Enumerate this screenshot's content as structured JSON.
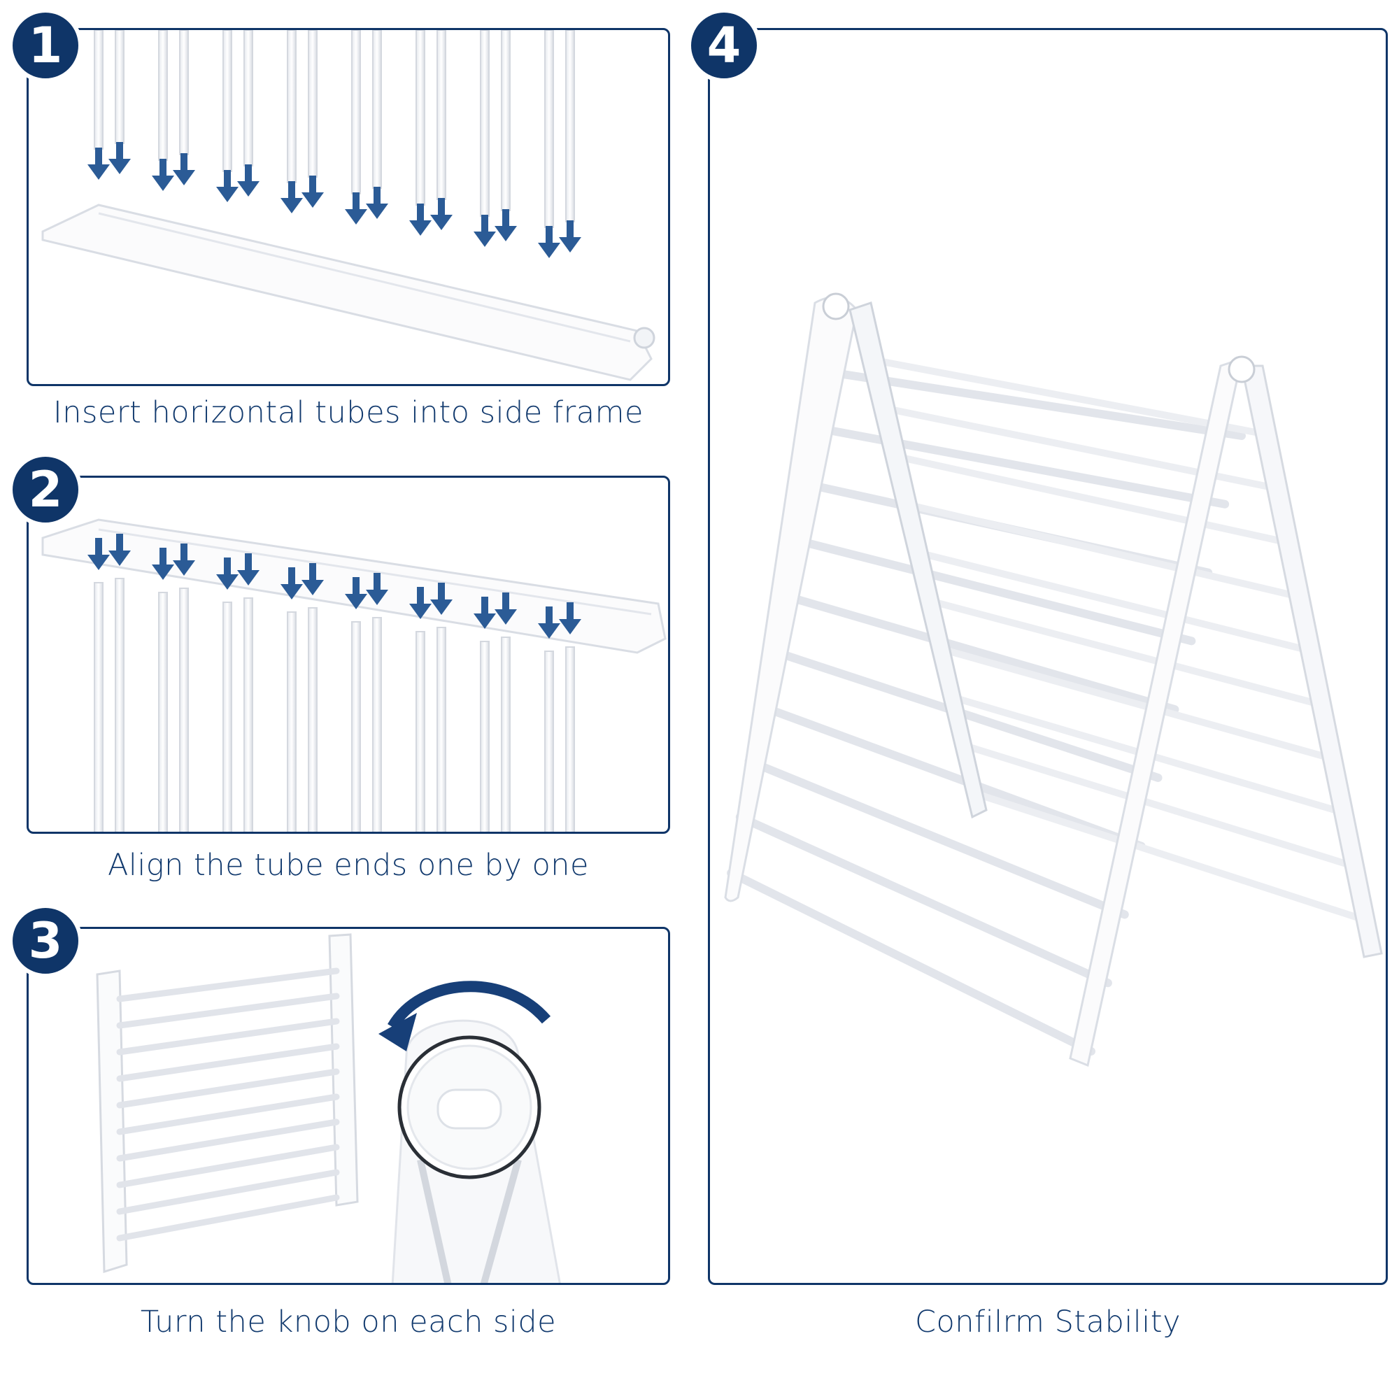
{
  "colors": {
    "accent": "#0f3568",
    "arrow": "#2b5b96",
    "line": "#dfe3ea",
    "white": "#ffffff"
  },
  "steps": [
    {
      "number": "1",
      "caption": "Insert horizontal tubes into side frame"
    },
    {
      "number": "2",
      "caption": "Align the tube ends one by one"
    },
    {
      "number": "3",
      "caption": "Turn the knob on each side"
    },
    {
      "number": "4",
      "caption": "Confilrm Stability"
    }
  ],
  "icons": [
    "down-arrow-icon",
    "rotate-arrow-icon"
  ]
}
